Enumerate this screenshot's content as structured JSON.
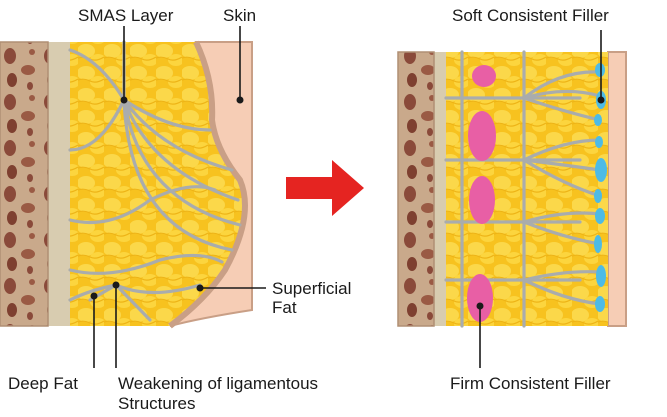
{
  "labels": {
    "smas_layer": "SMAS Layer",
    "skin": "Skin",
    "superficial_fat_line1": "Superficial",
    "superficial_fat_line2": "Fat",
    "deep_fat": "Deep Fat",
    "weakening_line1": "Weakening of ligamentous",
    "weakening_line2": "Structures",
    "soft_filler": "Soft Consistent Filler",
    "firm_filler": "Firm Consistent Filler"
  },
  "colors": {
    "bone": "#c9a98b",
    "bone_pores": "#8a4a3a",
    "deep_fat_band": "#d8ccb0",
    "fat": "#f7c21f",
    "fat_lobule": "#fbd84a",
    "ligament": "#a9acad",
    "skin": "#f6cdb5",
    "skin_edge": "#c99f86",
    "arrow": "#e52421",
    "firm_filler": "#e85fa5",
    "soft_filler": "#4dbbe6"
  }
}
